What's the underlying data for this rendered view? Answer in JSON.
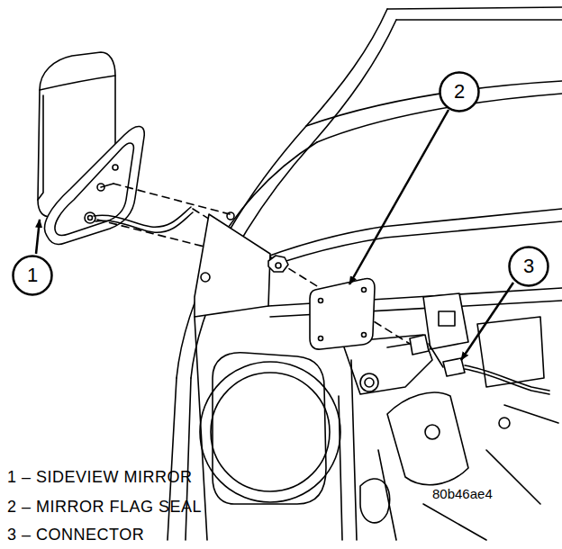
{
  "diagram": {
    "nodes": [
      {
        "text": [
          "1"
        ]
      },
      {
        "text": [
          "2"
        ]
      },
      {
        "text": [
          "3"
        ]
      }
    ],
    "labels": [
      "1 – SIDEVIEW MIRROR",
      "80b46ae4",
      "2 – MIRROR FLAG SEAL",
      "3 – CONNECTOR"
    ]
  }
}
